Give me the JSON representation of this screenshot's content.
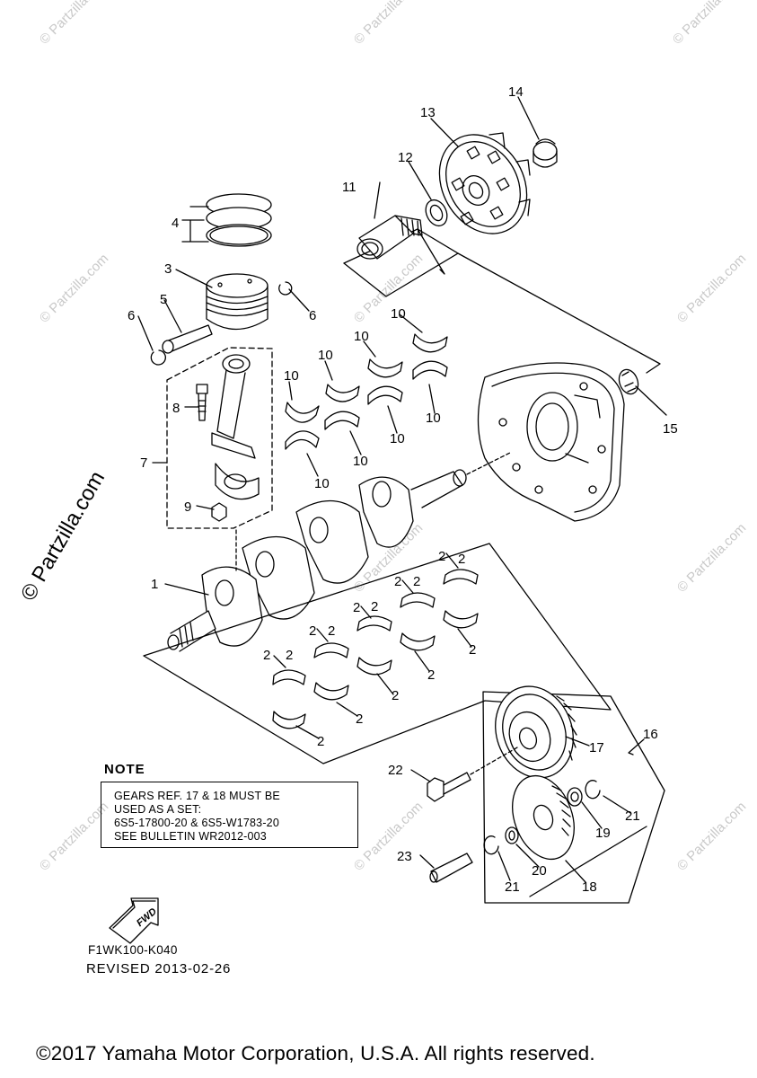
{
  "watermark": {
    "text": "© Partzilla.com",
    "side_text": "© Partzilla.com",
    "color": "#c9c9c9"
  },
  "callouts": [
    {
      "id": "c1",
      "text": "1"
    },
    {
      "id": "c2a",
      "text": "2"
    },
    {
      "id": "c2b",
      "text": "2"
    },
    {
      "id": "c2c",
      "text": "2"
    },
    {
      "id": "c2d",
      "text": "2"
    },
    {
      "id": "c2e",
      "text": "2"
    },
    {
      "id": "c2f",
      "text": "2"
    },
    {
      "id": "c2g",
      "text": "2"
    },
    {
      "id": "c2h",
      "text": "2"
    },
    {
      "id": "c2i",
      "text": "2"
    },
    {
      "id": "c2j",
      "text": "2"
    },
    {
      "id": "c2k",
      "text": "2"
    },
    {
      "id": "c2l",
      "text": "2"
    },
    {
      "id": "c2m",
      "text": "2"
    },
    {
      "id": "c2n",
      "text": "2"
    },
    {
      "id": "c2o",
      "text": "2"
    },
    {
      "id": "c3",
      "text": "3"
    },
    {
      "id": "c4",
      "text": "4"
    },
    {
      "id": "c5",
      "text": "5"
    },
    {
      "id": "c6a",
      "text": "6"
    },
    {
      "id": "c6b",
      "text": "6"
    },
    {
      "id": "c7",
      "text": "7"
    },
    {
      "id": "c8",
      "text": "8"
    },
    {
      "id": "c9",
      "text": "9"
    },
    {
      "id": "c10a",
      "text": "10"
    },
    {
      "id": "c10b",
      "text": "10"
    },
    {
      "id": "c10c",
      "text": "10"
    },
    {
      "id": "c10d",
      "text": "10"
    },
    {
      "id": "c10e",
      "text": "10"
    },
    {
      "id": "c10f",
      "text": "10"
    },
    {
      "id": "c10g",
      "text": "10"
    },
    {
      "id": "c10h",
      "text": "10"
    },
    {
      "id": "c11",
      "text": "11"
    },
    {
      "id": "c12",
      "text": "12"
    },
    {
      "id": "c13",
      "text": "13"
    },
    {
      "id": "c14",
      "text": "14"
    },
    {
      "id": "c15",
      "text": "15"
    },
    {
      "id": "c16",
      "text": "16"
    },
    {
      "id": "c17",
      "text": "17"
    },
    {
      "id": "c18",
      "text": "18"
    },
    {
      "id": "c19",
      "text": "19"
    },
    {
      "id": "c20",
      "text": "20"
    },
    {
      "id": "c21a",
      "text": "21"
    },
    {
      "id": "c21b",
      "text": "21"
    },
    {
      "id": "c22",
      "text": "22"
    },
    {
      "id": "c23",
      "text": "23"
    }
  ],
  "note": {
    "title": "NOTE",
    "lines": [
      "GEARS REF. 17 & 18 MUST BE",
      "USED AS A SET:",
      "6S5-17800-20 & 6S5-W1783-20",
      "SEE BULLETIN WR2012-003"
    ]
  },
  "fwd_label": "FWD",
  "diagram_code": "F1WK100-K040",
  "revised": "REVISED 2013-02-26",
  "copyright": "©2017 Yamaha Motor Corporation, U.S.A. All rights reserved."
}
